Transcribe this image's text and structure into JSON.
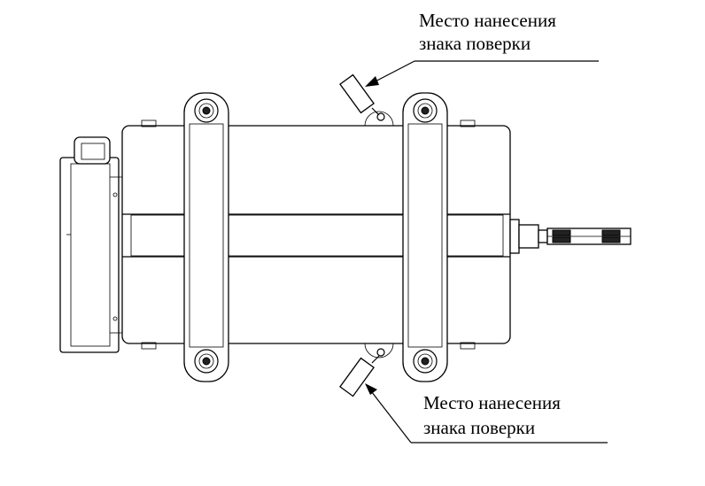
{
  "callouts": {
    "top": {
      "line1": "Место нанесения",
      "line2": "знака поверки"
    },
    "bottom": {
      "line1": "Место нанесения",
      "line2": "знака поверки"
    }
  }
}
